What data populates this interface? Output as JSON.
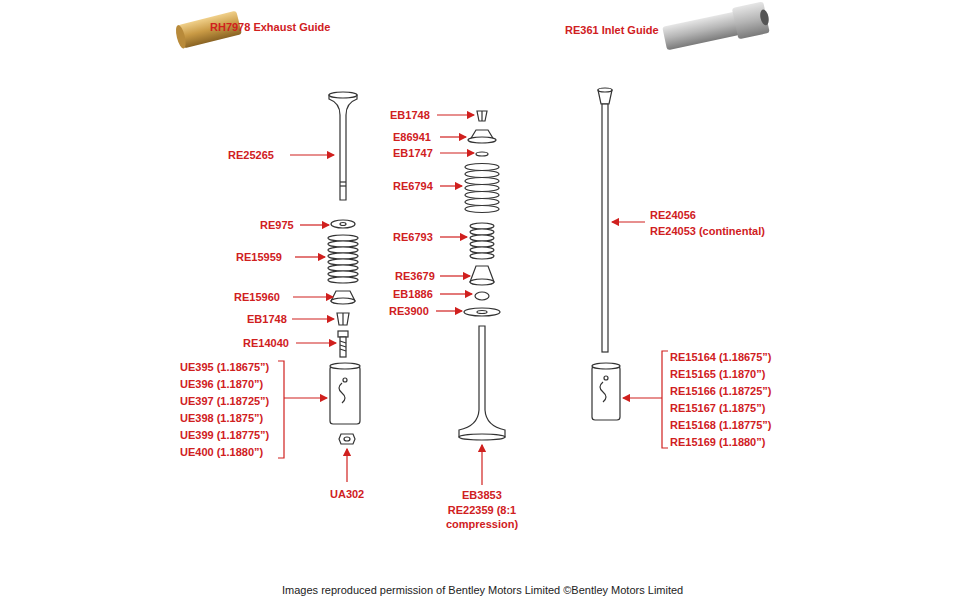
{
  "diagram": {
    "caption": "Images reproduced permission of Bentley Motors Limited ©Bentley Motors Limited",
    "labels": [
      "RH7978 Exhaust Guide",
      "RE361 Inlet Guide",
      "EB1748",
      "E86941",
      "EB1747",
      "RE25265",
      "RE6794",
      "RE24056",
      "RE24053 (continental)",
      "RE975",
      "RE6793",
      "RE15959",
      "RE3679",
      "EB1886",
      "RE15960",
      "RE3900",
      "EB1748",
      "RE14040",
      "UE395 (1.18675”)",
      "UE396 (1.1870”)",
      "UE397 (1.18725”)",
      "UE398 (1.1875”)",
      "UE399 (1.18775”)",
      "UE400 (1.1880”)",
      "RE15164 (1.18675”)",
      "RE15165 (1.1870”)",
      "RE15166 (1.18725”)",
      "RE15167 (1.1875”)",
      "RE15168 (1.18775”)",
      "RE15169 (1.1880”)",
      "UA302",
      "EB3853",
      "RE22359 (8:1 compression)"
    ]
  }
}
